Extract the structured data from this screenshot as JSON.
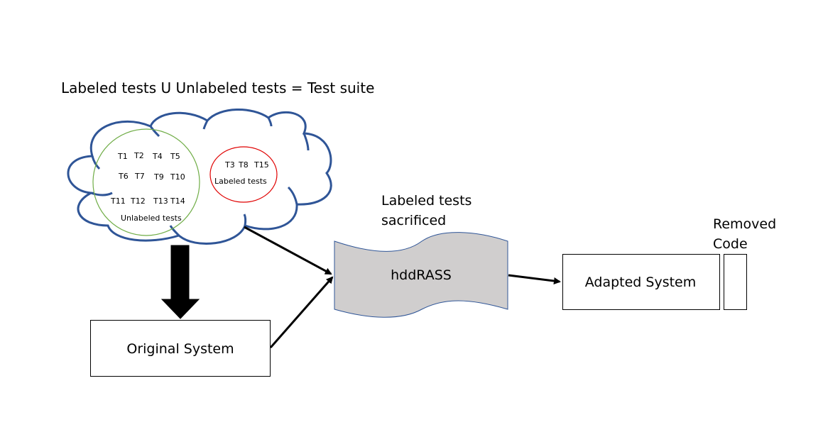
{
  "title": "Labeled tests U Unlabeled tests = Test suite",
  "unlabeled_circle": {
    "rows": [
      [
        "T1",
        "T2",
        "T4",
        "T5"
      ],
      [
        "T6",
        "T7",
        "T9",
        "T10"
      ],
      [
        "T11",
        "T12",
        "T13",
        "T14"
      ]
    ],
    "label": "Unlabeled tests",
    "border_color": "#70ad47"
  },
  "labeled_circle": {
    "items": [
      "T3",
      "T8",
      "T15"
    ],
    "label": "Labeled tests",
    "border_color": "#e00000"
  },
  "cloud_color": "#2f5597",
  "tool": {
    "caption_line1": "Labeled tests",
    "caption_line2": "sacrificed",
    "label": "hddRASS",
    "fill": "#d0cece"
  },
  "original_system": {
    "label": "Original System"
  },
  "adapted_system": {
    "label": "Adapted System"
  },
  "removed_code": {
    "caption_line1": "Removed",
    "caption_line2": "Code"
  }
}
